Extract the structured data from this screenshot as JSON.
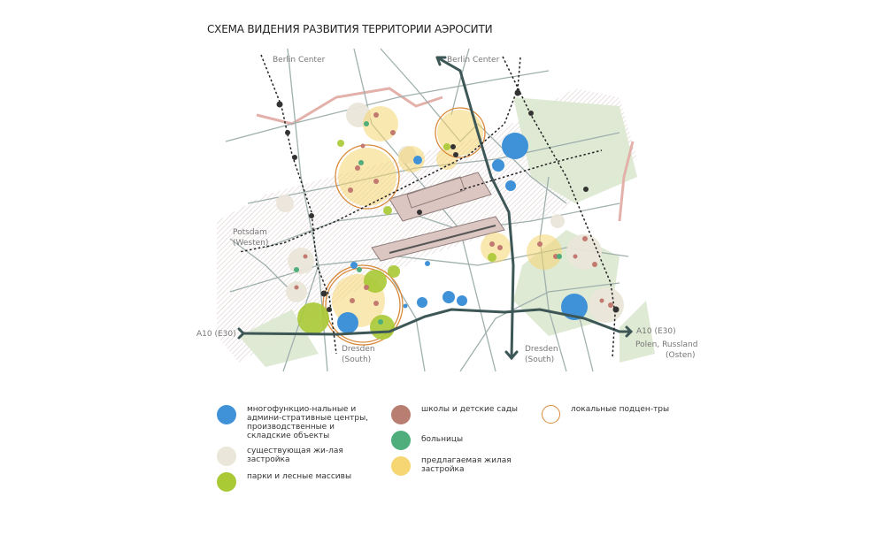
{
  "title": "СХЕМА ВИДЕНИЯ РАЗВИТИЯ ТЕРРИТОРИИ АЭРОСИТИ",
  "map_labels": {
    "berlin_center_left": "Berlin Center",
    "berlin_center_right": "Berlin Center",
    "potsdam_1": "Potsdam",
    "potsdam_2": "(Westen)",
    "a10_left": "A10 (E30)",
    "a10_right": "A10 (E30)",
    "dresden_left_1": "Dresden",
    "dresden_left_2": "(South)",
    "dresden_mid_1": "Dresden",
    "dresden_mid_2": "(South)",
    "polen_1": "Polen, Russland",
    "polen_2": "(Osten)"
  },
  "legend": [
    {
      "label": "многофункцио-нальные и админи-стративные центры, производственные и складские объекты",
      "color": "#3f92d8"
    },
    {
      "label": "существующая жи-лая застройка",
      "color": "#ebe6da"
    },
    {
      "label": "парки и лесные массивы",
      "color": "#a9c935"
    },
    {
      "label": "школы и детские сады",
      "color": "#b97e72"
    },
    {
      "label": "больницы",
      "color": "#4fae7c"
    },
    {
      "label": "предлагаемая жилая застройка",
      "color": "#f6d672"
    },
    {
      "label": "локальные подцен-тры",
      "color": "#d98a3a"
    }
  ]
}
